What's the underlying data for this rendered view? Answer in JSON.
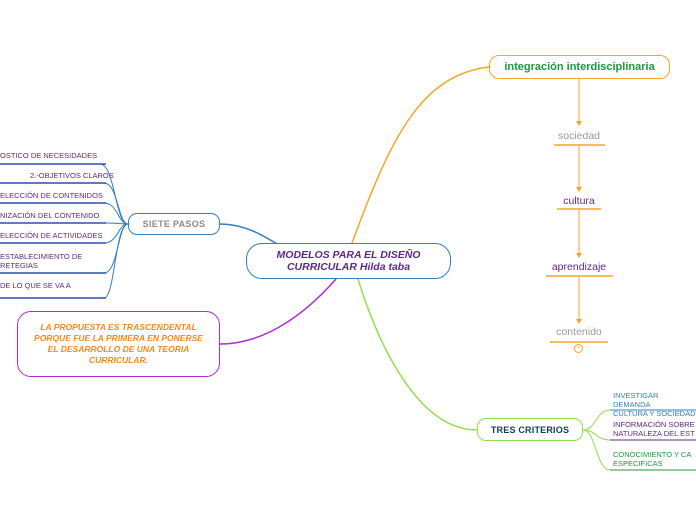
{
  "central": {
    "label": "MODELOS PARA EL DISEÑO CURRICULAR Hilda taba"
  },
  "integracion": {
    "label": "integración interdisciplinaria",
    "chain": [
      "sociedad",
      "cultura",
      "aprendizaje",
      "contenido"
    ]
  },
  "siete_pasos": {
    "label": "SIETE PASOS",
    "items": [
      "OSTICO DE NECESIDADES",
      "2.-OBJETIVOS CLAROS",
      "ELECCIÓN DE CONTENIDOS",
      "NIZACIÓN DEL CONTENIDO",
      "ELECCIÓN DE ACTIVIDADES",
      "ESTABLECIMIENTO DE\nRETEGIAS",
      "DE LO QUE SE VA A"
    ]
  },
  "propuesta": {
    "label": "LA PROPUESTA ES TRASCENDENTAL PORQUE FUE LA PRIMERA EN PONERSE EL DESARROLLO DE UNA TEORIA CURRICULAR."
  },
  "tres_criterios": {
    "label": "TRES CRITERIOS",
    "items": [
      "INVESTIGAR DEMANDA\nCULTURA Y SOCIEDAD",
      "INFORMACIÓN SOBRE\nNATURALEZA DEL EST",
      "CONOCIMIENTO Y CA\nESPECIFICAS"
    ]
  },
  "colors": {
    "central_border": "#2f7fc1",
    "central_text": "#5b2a86",
    "integracion": "#f5a623",
    "integracion_text": "#1a9a3e",
    "siete": "#2f7fc1",
    "tres": "#8ee04a",
    "propuesta": "#b22ad8",
    "propuesta_text": "#f28a1e"
  }
}
